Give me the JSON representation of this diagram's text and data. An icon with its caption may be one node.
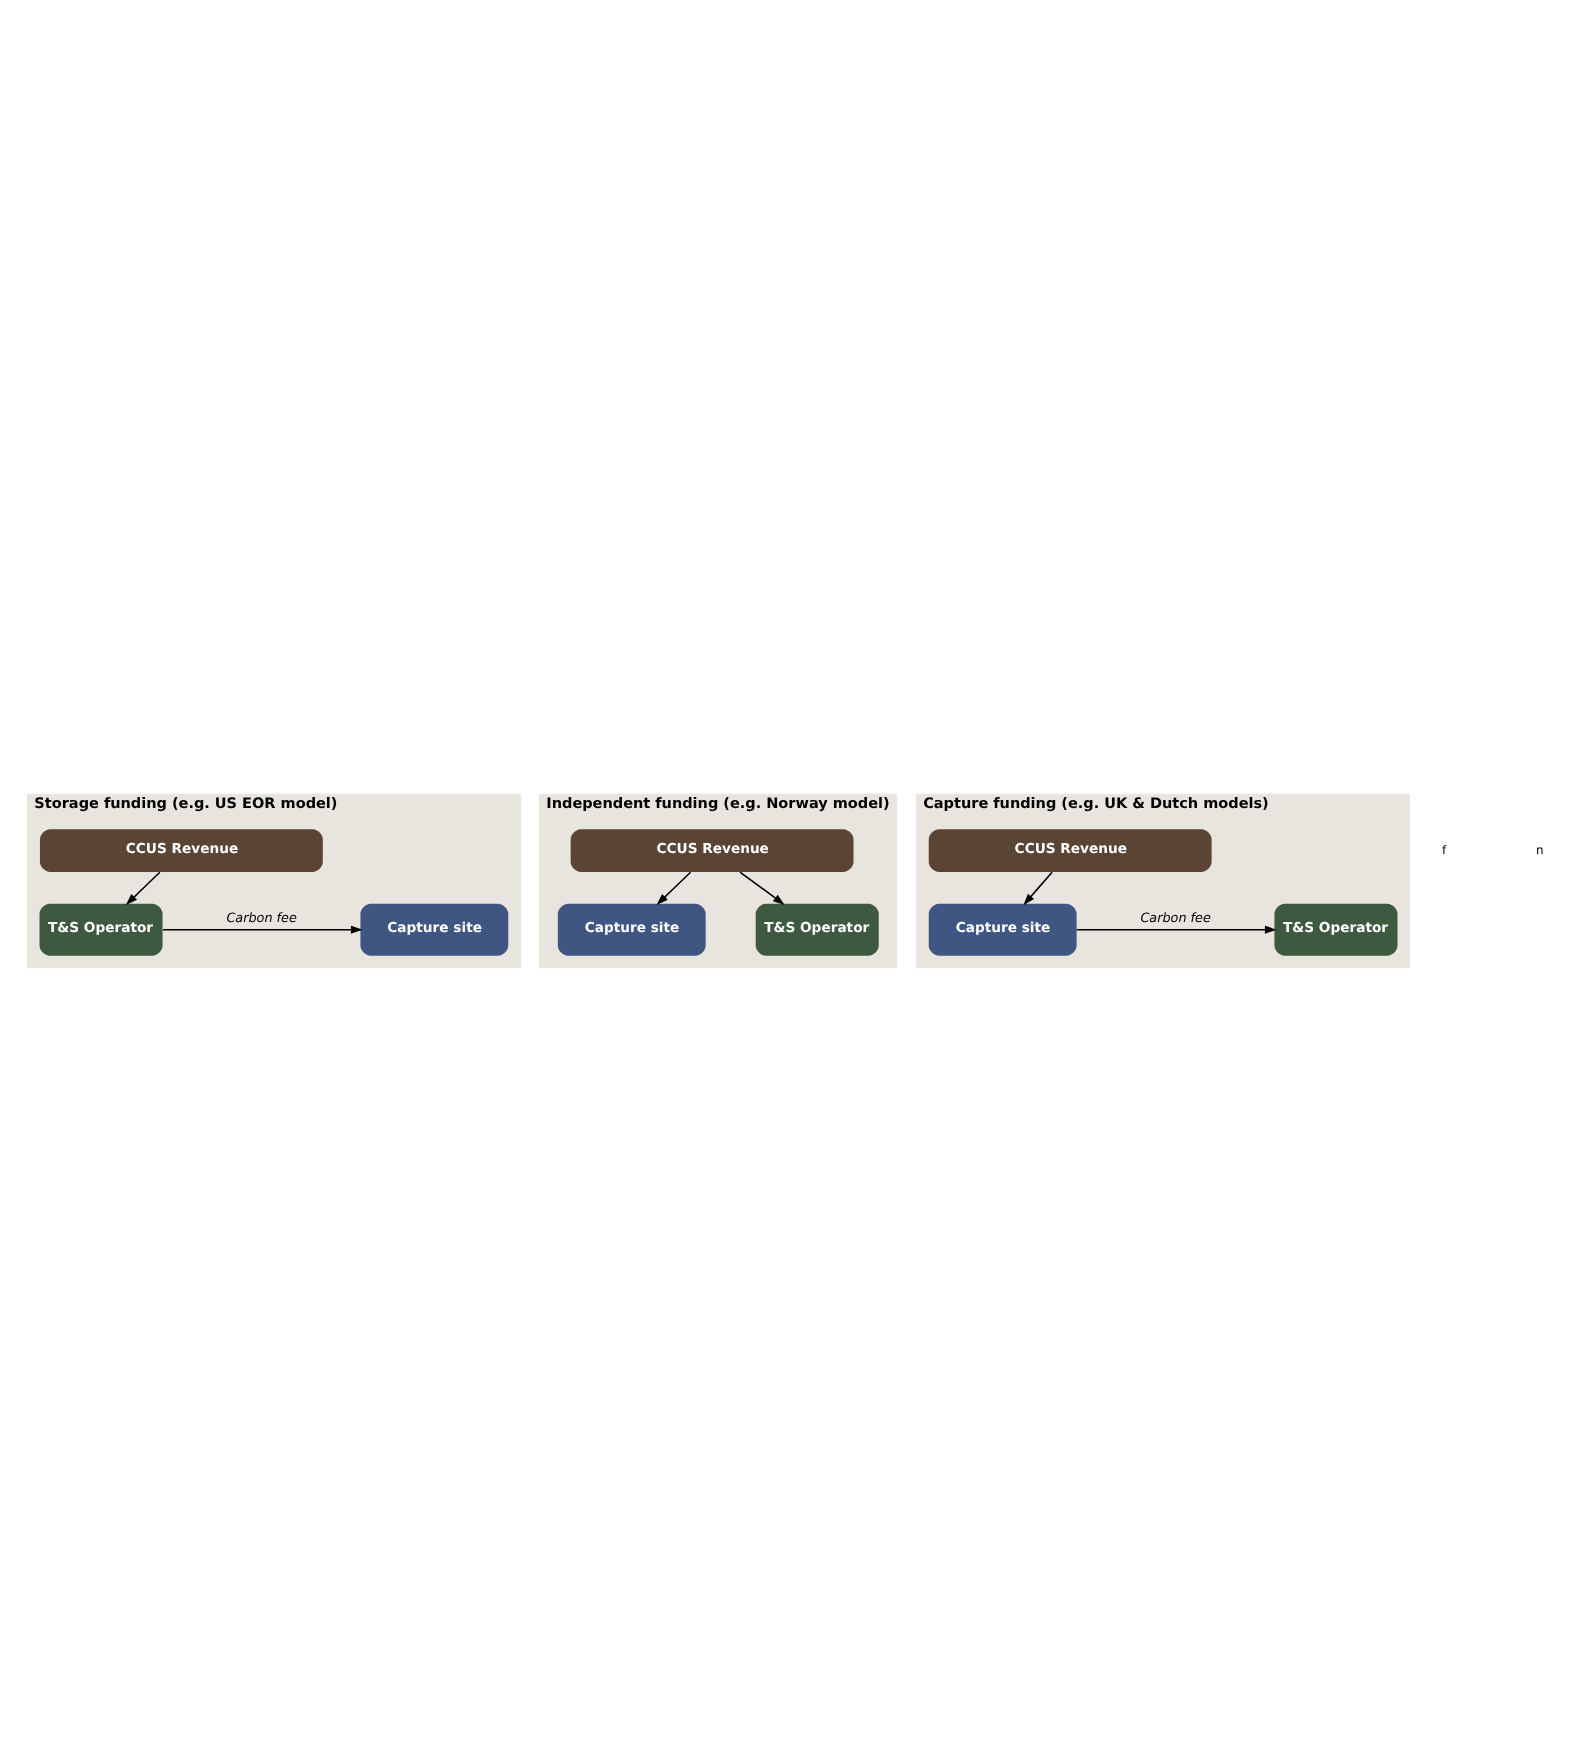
{
  "diagram": {
    "nodes": [
      {
        "text": [
          "Storage funding (e.g. US EOR model)"
        ]
      },
      {
        "text": [
          "CCUS Revenue"
        ],
        "in": 0
      },
      {
        "text": [
          "Capture site"
        ],
        "in": 0
      },
      {
        "text": [
          "T&S Operator"
        ],
        "in": 0
      },
      {
        "text": [
          "Independent funding (e.g. Norway model)"
        ]
      },
      {
        "text": [
          "CCUS Revenue"
        ],
        "in": 4
      },
      {
        "text": [
          "Capture site"
        ],
        "in": 4
      },
      {
        "text": [
          "T&S Operator"
        ],
        "in": 4
      },
      {
        "text": [
          "Capture funding (e.g. UK & Dutch models)"
        ]
      },
      {
        "text": [
          "CCUS Revenue"
        ],
        "in": 8
      },
      {
        "text": [
          "Capture site"
        ],
        "in": 8
      },
      {
        "text": [
          "T&S Operator"
        ],
        "in": 8
      }
    ],
    "edges": [
      {
        "from": 1,
        "to": 3,
        "arrow": "to"
      },
      {
        "from": 3,
        "to": 2,
        "arrow": "to",
        "label": "Carbon fee"
      },
      {
        "from": 5,
        "to": 6,
        "arrow": "to"
      },
      {
        "from": 5,
        "to": 7,
        "arrow": "to"
      },
      {
        "from": 9,
        "to": 10,
        "arrow": "to"
      },
      {
        "from": 10,
        "to": 11,
        "arrow": "to",
        "label": "Carbon fee"
      }
    ],
    "labels": [
      "f",
      "n"
    ]
  }
}
